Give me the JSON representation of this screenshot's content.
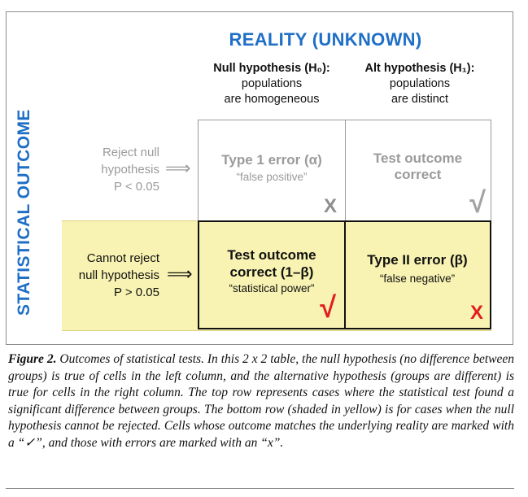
{
  "figure": {
    "title": "REALITY (UNKNOWN)",
    "side_label": "STATISTICAL OUTCOME",
    "columns": [
      {
        "line1": "Null hypothesis (H₀):",
        "line2": "populations",
        "line3": "are homogeneous"
      },
      {
        "line1": "Alt hypothesis (H₁):",
        "line2": "populations",
        "line3": "are distinct"
      }
    ],
    "rows": [
      {
        "line1": "Reject null",
        "line2": "hypothesis",
        "line3": "P < 0.05",
        "arrow": "⟹"
      },
      {
        "line1": "Cannot reject",
        "line2": "null hypothesis",
        "line3": "P > 0.05",
        "arrow": "⟹"
      }
    ],
    "cells": {
      "top_left": {
        "main_l1": "Type 1 error (α)",
        "main_l2": "",
        "sub": "“false positive”",
        "mark": "X"
      },
      "top_right": {
        "main_l1": "Test outcome",
        "main_l2": "correct",
        "sub": "",
        "mark": "√"
      },
      "bottom_left": {
        "main_l1": "Test outcome",
        "main_l2": "correct (1–β)",
        "sub": "“statistical power”",
        "mark": "√"
      },
      "bottom_right": {
        "main_l1": "Type II error (β)",
        "main_l2": "",
        "sub": "“false negative”",
        "mark": "X"
      }
    },
    "colors": {
      "title_blue": "#1f6fc7",
      "band_yellow": "#f8f3b2",
      "mark_red": "#e0201c",
      "grey_text": "#9b9b9b"
    }
  },
  "caption": {
    "label": "Figure 2.",
    "text": "Outcomes of statistical tests. In this 2 x 2 table, the null hypothesis (no difference between groups) is true of cells in the left column, and the alternative hypothesis (groups are different) is true for cells in the right column. The top row represents cases where the statistical test found a significant difference between groups. The bottom row (shaded in yellow) is for cases when the null hypothesis cannot be rejected. Cells whose outcome matches the underlying reality are marked with a “✓”, and those with errors are marked with an “x”."
  }
}
